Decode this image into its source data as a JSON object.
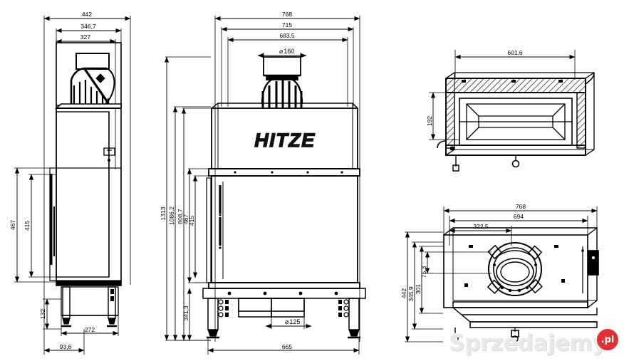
{
  "document": {
    "type": "technical-drawing",
    "brand": "HITZE",
    "views": [
      "side-section",
      "front-elevation",
      "top-plan",
      "bottom-plan"
    ]
  },
  "brand_logo": {
    "text": "HITZE"
  },
  "watermark": {
    "text": "Sprzedajemy",
    "badge": ".pl"
  },
  "side_view": {
    "name": "side-section-view",
    "dimensions": {
      "top": [
        "442",
        "346,7",
        "327"
      ],
      "left": [
        "467",
        "415"
      ],
      "lower_left": [
        "132"
      ],
      "bottom": [
        "272",
        "93,6"
      ]
    }
  },
  "front_view": {
    "name": "front-elevation-view",
    "dimensions": {
      "top": [
        "768",
        "715",
        "683,5"
      ],
      "flue_diameter": "160",
      "left_stack": [
        "1313",
        "1086,2",
        "808,7",
        "467",
        "415"
      ],
      "lower_left": [
        "341,3"
      ],
      "bottom_diameter": "125",
      "bottom": [
        "665"
      ]
    }
  },
  "top_view": {
    "name": "top-plan-view",
    "dimensions": {
      "width": "601,6",
      "height": "192"
    }
  },
  "bottom_view": {
    "name": "bottom-plan-view",
    "dimensions": {
      "top": [
        "768",
        "694",
        "322,5"
      ],
      "left": [
        "442",
        "345,9",
        "301",
        "75,3"
      ]
    }
  },
  "symbols": {
    "diameter": "⌀"
  },
  "colors": {
    "line": "#000000",
    "background": "#ffffff",
    "watermark_text": "#e9e9e9",
    "watermark_badge": "#e03030"
  }
}
